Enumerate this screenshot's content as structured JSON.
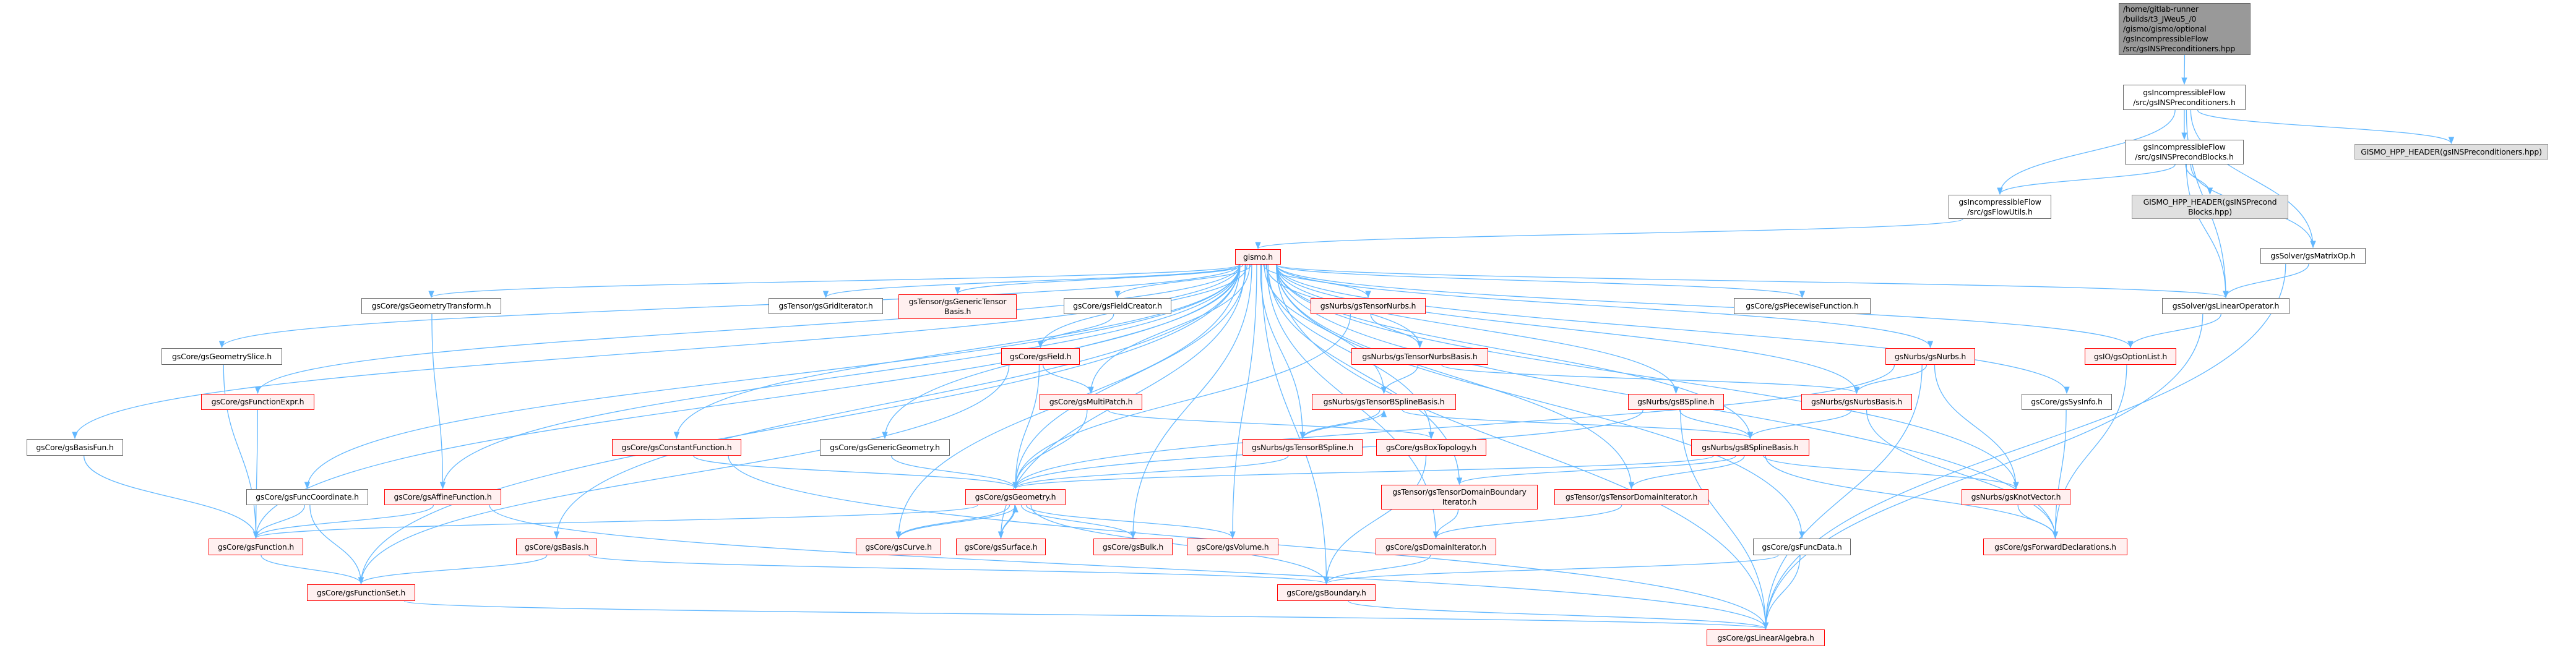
{
  "colors": {
    "edge": "#63b8ff",
    "red_border": "#ff0000",
    "red_fill": "#fff0f0",
    "root_fill": "#999999",
    "header_fill": "#e0e0e0"
  },
  "nodes": [
    {
      "id": "root",
      "label": "/home/gitlab-runner\n/builds/t3_JWeu5_/0\n/gismo/gismo/optional\n/gsIncompressibleFlow\n/src/gsINSPreconditioners.hpp",
      "kind": "root"
    },
    {
      "id": "insprec",
      "label": "gsIncompressibleFlow\n/src/gsINSPreconditioners.h",
      "kind": "plain"
    },
    {
      "id": "insblocks",
      "label": "gsIncompressibleFlow\n/src/gsINSPrecondBlocks.h",
      "kind": "plain"
    },
    {
      "id": "hpp_prec",
      "label": "GISMO_HPP_HEADER(gsINSPreconditioners.hpp)",
      "kind": "header"
    },
    {
      "id": "hpp_blocks",
      "label": "GISMO_HPP_HEADER(gsINSPrecond\nBlocks.hpp)",
      "kind": "header"
    },
    {
      "id": "flowutils",
      "label": "gsIncompressibleFlow\n/src/gsFlowUtils.h",
      "kind": "plain"
    },
    {
      "id": "gismo",
      "label": "gismo.h",
      "kind": "red"
    },
    {
      "id": "matrixop",
      "label": "gsSolver/gsMatrixOp.h",
      "kind": "plain"
    },
    {
      "id": "geomtransform",
      "label": "gsCore/gsGeometryTransform.h",
      "kind": "plain"
    },
    {
      "id": "griditer",
      "label": "gsTensor/gsGridIterator.h",
      "kind": "plain"
    },
    {
      "id": "gentensorbasis",
      "label": "gsTensor/gsGenericTensor\nBasis.h",
      "kind": "red"
    },
    {
      "id": "fieldcreator",
      "label": "gsCore/gsFieldCreator.h",
      "kind": "plain"
    },
    {
      "id": "tensornurbs",
      "label": "gsNurbs/gsTensorNurbs.h",
      "kind": "red"
    },
    {
      "id": "piecewise",
      "label": "gsCore/gsPiecewiseFunction.h",
      "kind": "plain"
    },
    {
      "id": "linop",
      "label": "gsSolver/gsLinearOperator.h",
      "kind": "plain"
    },
    {
      "id": "geomslice",
      "label": "gsCore/gsGeometrySlice.h",
      "kind": "plain"
    },
    {
      "id": "field",
      "label": "gsCore/gsField.h",
      "kind": "red"
    },
    {
      "id": "tensornurbsbasis",
      "label": "gsNurbs/gsTensorNurbsBasis.h",
      "kind": "red"
    },
    {
      "id": "nurbs",
      "label": "gsNurbs/gsNurbs.h",
      "kind": "red"
    },
    {
      "id": "optionlist",
      "label": "gsIO/gsOptionList.h",
      "kind": "red"
    },
    {
      "id": "funcexpr",
      "label": "gsCore/gsFunctionExpr.h",
      "kind": "red"
    },
    {
      "id": "multipatch",
      "label": "gsCore/gsMultiPatch.h",
      "kind": "red"
    },
    {
      "id": "tbsplinebasis",
      "label": "gsNurbs/gsTensorBSplineBasis.h",
      "kind": "red"
    },
    {
      "id": "bspline",
      "label": "gsNurbs/gsBSpline.h",
      "kind": "red"
    },
    {
      "id": "nurbsbasis",
      "label": "gsNurbs/gsNurbsBasis.h",
      "kind": "red"
    },
    {
      "id": "sysinfo",
      "label": "gsCore/gsSysInfo.h",
      "kind": "plain"
    },
    {
      "id": "basisfun",
      "label": "gsCore/gsBasisFun.h",
      "kind": "plain"
    },
    {
      "id": "constfunc",
      "label": "gsCore/gsConstantFunction.h",
      "kind": "red"
    },
    {
      "id": "genericgeom",
      "label": "gsCore/gsGenericGeometry.h",
      "kind": "plain"
    },
    {
      "id": "tbspline",
      "label": "gsNurbs/gsTensorBSpline.h",
      "kind": "red"
    },
    {
      "id": "boxtopo",
      "label": "gsCore/gsBoxTopology.h",
      "kind": "red"
    },
    {
      "id": "bsplinebasis",
      "label": "gsNurbs/gsBSplineBasis.h",
      "kind": "red"
    },
    {
      "id": "funccoord",
      "label": "gsCore/gsFuncCoordinate.h",
      "kind": "plain"
    },
    {
      "id": "affine",
      "label": "gsCore/gsAffineFunction.h",
      "kind": "red"
    },
    {
      "id": "geometry",
      "label": "gsCore/gsGeometry.h",
      "kind": "red"
    },
    {
      "id": "tdbiter",
      "label": "gsTensor/gsTensorDomainBoundary\nIterator.h",
      "kind": "red"
    },
    {
      "id": "tditer",
      "label": "gsTensor/gsTensorDomainIterator.h",
      "kind": "red"
    },
    {
      "id": "knotvector",
      "label": "gsNurbs/gsKnotVector.h",
      "kind": "red"
    },
    {
      "id": "function",
      "label": "gsCore/gsFunction.h",
      "kind": "red"
    },
    {
      "id": "basis",
      "label": "gsCore/gsBasis.h",
      "kind": "red"
    },
    {
      "id": "curve",
      "label": "gsCore/gsCurve.h",
      "kind": "red"
    },
    {
      "id": "surface",
      "label": "gsCore/gsSurface.h",
      "kind": "red"
    },
    {
      "id": "bulk",
      "label": "gsCore/gsBulk.h",
      "kind": "red"
    },
    {
      "id": "volume",
      "label": "gsCore/gsVolume.h",
      "kind": "red"
    },
    {
      "id": "domainiter",
      "label": "gsCore/gsDomainIterator.h",
      "kind": "red"
    },
    {
      "id": "funcdata",
      "label": "gsCore/gsFuncData.h",
      "kind": "plain"
    },
    {
      "id": "fwddecl",
      "label": "gsCore/gsForwardDeclarations.h",
      "kind": "red"
    },
    {
      "id": "funcset",
      "label": "gsCore/gsFunctionSet.h",
      "kind": "red"
    },
    {
      "id": "boundary",
      "label": "gsCore/gsBoundary.h",
      "kind": "red"
    },
    {
      "id": "linalg",
      "label": "gsCore/gsLinearAlgebra.h",
      "kind": "red"
    }
  ],
  "edges": [
    [
      "root",
      "insprec"
    ],
    [
      "insprec",
      "flowutils"
    ],
    [
      "insprec",
      "linop"
    ],
    [
      "insprec",
      "insblocks"
    ],
    [
      "insprec",
      "matrixop"
    ],
    [
      "insprec",
      "hpp_prec"
    ],
    [
      "insblocks",
      "flowutils"
    ],
    [
      "insblocks",
      "linop"
    ],
    [
      "insblocks",
      "hpp_blocks"
    ],
    [
      "insblocks",
      "matrixop"
    ],
    [
      "flowutils",
      "gismo"
    ],
    [
      "matrixop",
      "linop"
    ],
    [
      "matrixop",
      "linalg"
    ],
    [
      "linop",
      "optionlist"
    ],
    [
      "linop",
      "linalg"
    ],
    [
      "gismo",
      "geomtransform"
    ],
    [
      "gismo",
      "griditer"
    ],
    [
      "gismo",
      "gentensorbasis"
    ],
    [
      "gismo",
      "fieldcreator"
    ],
    [
      "gismo",
      "tensornurbs"
    ],
    [
      "gismo",
      "piecewise"
    ],
    [
      "gismo",
      "linop"
    ],
    [
      "gismo",
      "geomslice"
    ],
    [
      "gismo",
      "field"
    ],
    [
      "gismo",
      "tensornurbsbasis"
    ],
    [
      "gismo",
      "nurbs"
    ],
    [
      "gismo",
      "optionlist"
    ],
    [
      "gismo",
      "funcexpr"
    ],
    [
      "gismo",
      "multipatch"
    ],
    [
      "gismo",
      "tbsplinebasis"
    ],
    [
      "gismo",
      "bspline"
    ],
    [
      "gismo",
      "nurbsbasis"
    ],
    [
      "gismo",
      "sysinfo"
    ],
    [
      "gismo",
      "basisfun"
    ],
    [
      "gismo",
      "constfunc"
    ],
    [
      "gismo",
      "genericgeom"
    ],
    [
      "gismo",
      "tbspline"
    ],
    [
      "gismo",
      "boxtopo"
    ],
    [
      "gismo",
      "bsplinebasis"
    ],
    [
      "gismo",
      "funccoord"
    ],
    [
      "gismo",
      "affine"
    ],
    [
      "gismo",
      "geometry"
    ],
    [
      "gismo",
      "tdbiter"
    ],
    [
      "gismo",
      "tditer"
    ],
    [
      "gismo",
      "knotvector"
    ],
    [
      "gismo",
      "function"
    ],
    [
      "gismo",
      "basis"
    ],
    [
      "gismo",
      "curve"
    ],
    [
      "gismo",
      "surface"
    ],
    [
      "gismo",
      "bulk"
    ],
    [
      "gismo",
      "volume"
    ],
    [
      "gismo",
      "domainiter"
    ],
    [
      "gismo",
      "funcdata"
    ],
    [
      "gismo",
      "fwddecl"
    ],
    [
      "gismo",
      "funcset"
    ],
    [
      "gismo",
      "boundary"
    ],
    [
      "gismo",
      "linalg"
    ],
    [
      "geomtransform",
      "affine"
    ],
    [
      "fieldcreator",
      "field"
    ],
    [
      "tensornurbs",
      "tensornurbsbasis"
    ],
    [
      "tensornurbs",
      "geometry"
    ],
    [
      "geomslice",
      "function"
    ],
    [
      "field",
      "multipatch"
    ],
    [
      "field",
      "geometry"
    ],
    [
      "field",
      "funcset"
    ],
    [
      "tensornurbsbasis",
      "tbsplinebasis"
    ],
    [
      "tensornurbsbasis",
      "nurbsbasis"
    ],
    [
      "nurbs",
      "nurbsbasis"
    ],
    [
      "nurbs",
      "knotvector"
    ],
    [
      "nurbs",
      "linalg"
    ],
    [
      "nurbs",
      "geometry"
    ],
    [
      "optionlist",
      "fwddecl"
    ],
    [
      "funcexpr",
      "function"
    ],
    [
      "multipatch",
      "geometry"
    ],
    [
      "multipatch",
      "boxtopo"
    ],
    [
      "tbsplinebasis",
      "tbspline"
    ],
    [
      "tbsplinebasis",
      "bsplinebasis"
    ],
    [
      "tbspline",
      "tbsplinebasis"
    ],
    [
      "tbspline",
      "geometry"
    ],
    [
      "bspline",
      "bsplinebasis"
    ],
    [
      "bspline",
      "geometry"
    ],
    [
      "bspline",
      "linalg"
    ],
    [
      "nurbsbasis",
      "bsplinebasis"
    ],
    [
      "nurbsbasis",
      "fwddecl"
    ],
    [
      "sysinfo",
      "fwddecl"
    ],
    [
      "basisfun",
      "function"
    ],
    [
      "constfunc",
      "geometry"
    ],
    [
      "constfunc",
      "linalg"
    ],
    [
      "genericgeom",
      "geometry"
    ],
    [
      "boxtopo",
      "boundary"
    ],
    [
      "bsplinebasis",
      "tdbiter"
    ],
    [
      "bsplinebasis",
      "tditer"
    ],
    [
      "bsplinebasis",
      "knotvector"
    ],
    [
      "bsplinebasis",
      "fwddecl"
    ],
    [
      "bsplinebasis",
      "geometry"
    ],
    [
      "funccoord",
      "function"
    ],
    [
      "funccoord",
      "funcset"
    ],
    [
      "affine",
      "function"
    ],
    [
      "affine",
      "linalg"
    ],
    [
      "geometry",
      "function"
    ],
    [
      "geometry",
      "curve"
    ],
    [
      "geometry",
      "surface"
    ],
    [
      "geometry",
      "bulk"
    ],
    [
      "geometry",
      "volume"
    ],
    [
      "geometry",
      "boundary"
    ],
    [
      "curve",
      "geometry"
    ],
    [
      "surface",
      "geometry"
    ],
    [
      "tdbiter",
      "domainiter"
    ],
    [
      "tditer",
      "domainiter"
    ],
    [
      "knotvector",
      "fwddecl"
    ],
    [
      "function",
      "funcset"
    ],
    [
      "basis",
      "funcset"
    ],
    [
      "basis",
      "boundary"
    ],
    [
      "domainiter",
      "boundary"
    ],
    [
      "funcdata",
      "boundary"
    ],
    [
      "funcdata",
      "linalg"
    ],
    [
      "funcset",
      "linalg"
    ],
    [
      "boundary",
      "linalg"
    ]
  ]
}
